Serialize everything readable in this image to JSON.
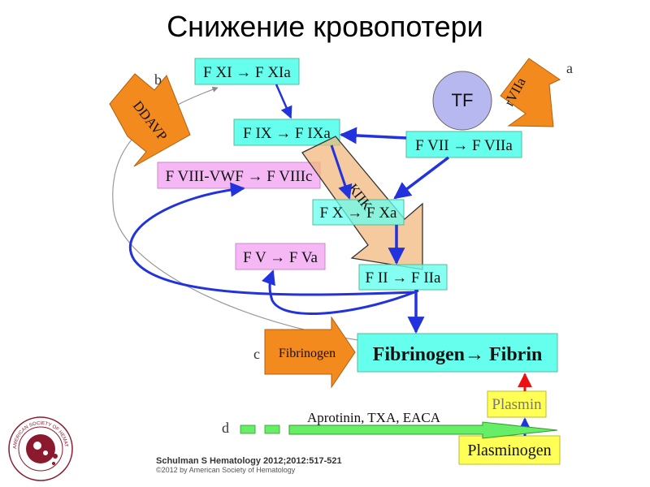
{
  "title": "Снижение кровопотери",
  "boxes": {
    "fxi": "F XI → F XIa",
    "fix": "F IX → F IXa",
    "fvii": "F VII → F VIIa",
    "fviii": "F VIII-VWF → F VIIIc",
    "fx": "F X → F Xa",
    "fv": "F V → F Va",
    "fii": "F II → F IIa",
    "fibrin": "Fibrinogen→ Fibrin",
    "plasmin": "Plasmin",
    "plasminogen": "Plasminogen",
    "tf": "TF"
  },
  "arrows": {
    "ddavp": "DDAVP",
    "rviia": "rVIIa",
    "kpk": "КПК",
    "fibrinogen": "Fibrinogen",
    "antifib": "Aprotinin, TXA, EACA"
  },
  "letters": {
    "a": "a",
    "b": "b",
    "c": "c",
    "d": "d"
  },
  "logo": {
    "text": "AMERICAN SOCIETY OF HEMATOLOGY"
  },
  "citation": {
    "line1": "Schulman S Hematology 2012;2012:517-521",
    "line2": "©2012 by American Society of Hematology"
  },
  "colors": {
    "cyan": "#66FFEE",
    "pink": "#F5B8F5",
    "yellow": "#FFFF55",
    "orange": "#F28A1E",
    "blue": "#2233DD",
    "red": "#EE1111",
    "green": "#66EE66",
    "tf": "#B8B8F0",
    "logo": "#8B1A2E"
  }
}
